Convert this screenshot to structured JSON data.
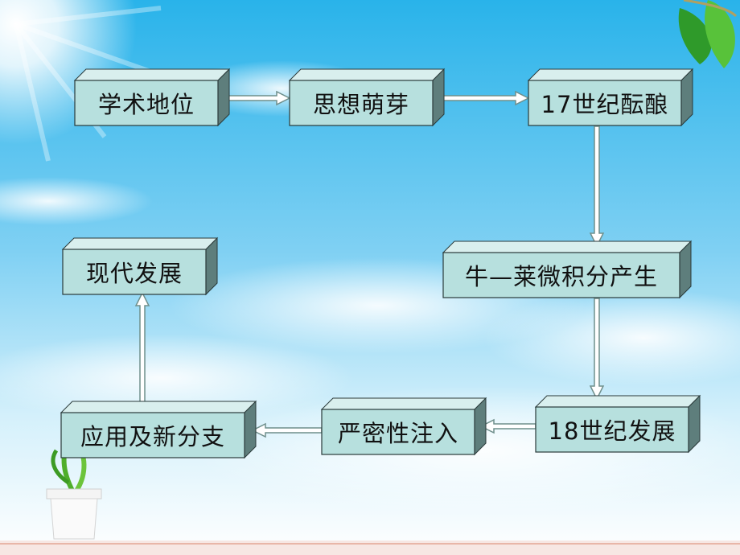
{
  "nodes": [
    {
      "id": "n1",
      "label": "学术地位"
    },
    {
      "id": "n2",
      "label": "思想萌芽"
    },
    {
      "id": "n3",
      "label": "17世纪酝酿"
    },
    {
      "id": "n4",
      "label": "牛—莱微积分产生"
    },
    {
      "id": "n5",
      "label": "18世纪发展"
    },
    {
      "id": "n6",
      "label": "严密性注入"
    },
    {
      "id": "n7",
      "label": "应用及新分支"
    },
    {
      "id": "n8",
      "label": "现代发展"
    }
  ],
  "edges": [
    {
      "from": "n1",
      "to": "n2"
    },
    {
      "from": "n2",
      "to": "n3"
    },
    {
      "from": "n3",
      "to": "n4"
    },
    {
      "from": "n4",
      "to": "n5"
    },
    {
      "from": "n5",
      "to": "n6"
    },
    {
      "from": "n6",
      "to": "n7"
    },
    {
      "from": "n7",
      "to": "n8"
    }
  ],
  "colors": {
    "box_front": "#b7e0de",
    "box_top": "#d9efee",
    "box_side": "#5e7e7c",
    "box_border": "#2a3a3a",
    "arrow_fill": "#ffffff",
    "arrow_stroke": "#6f8f8c"
  }
}
